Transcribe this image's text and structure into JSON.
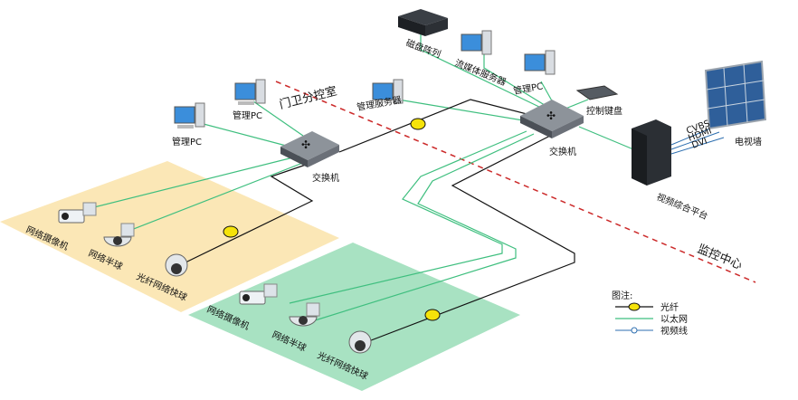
{
  "labels": {
    "guard_room": "门卫分控室",
    "monitor_center": "监控中心",
    "switch_guard": "交换机",
    "switch_center": "交换机",
    "pc_guard_1": "管理PC",
    "pc_guard_2": "管理PC",
    "mgmt_server": "管理服务器",
    "disk_array": "磁盘阵列",
    "stream_server": "流媒体服务器",
    "pc_center": "管理PC",
    "keyboard": "控制键盘",
    "video_platform": "视频综合平台",
    "tv_wall": "电视墙",
    "cvbs": "CVBS",
    "hdmi": "HDMI",
    "dvi": "DVI",
    "zone1_camera": "网络摄像机",
    "zone1_dome": "网络半球",
    "zone1_speeddome": "光纤网络快球",
    "zone2_camera": "网络摄像机",
    "zone2_dome": "网络半球",
    "zone2_speeddome": "光纤网络快球"
  },
  "legend": {
    "title": "图注:",
    "fiber": "光纤",
    "ethernet": "以太网",
    "video": "视频线"
  },
  "colors": {
    "fiber": "#111111",
    "ethernet": "#3fbf7f",
    "video": "#2e6fb0",
    "zone_guard": "#fbe7b6",
    "zone_center": "#a8e2c2",
    "divider": "#cc2a2a"
  },
  "icons": {
    "switch": "network-switch-icon",
    "pc": "computer-icon",
    "server": "server-icon",
    "camera": "camera-icon",
    "dome": "dome-camera-icon",
    "speed_dome": "speed-dome-icon",
    "fiber_marker": "fiber-connector-icon"
  }
}
